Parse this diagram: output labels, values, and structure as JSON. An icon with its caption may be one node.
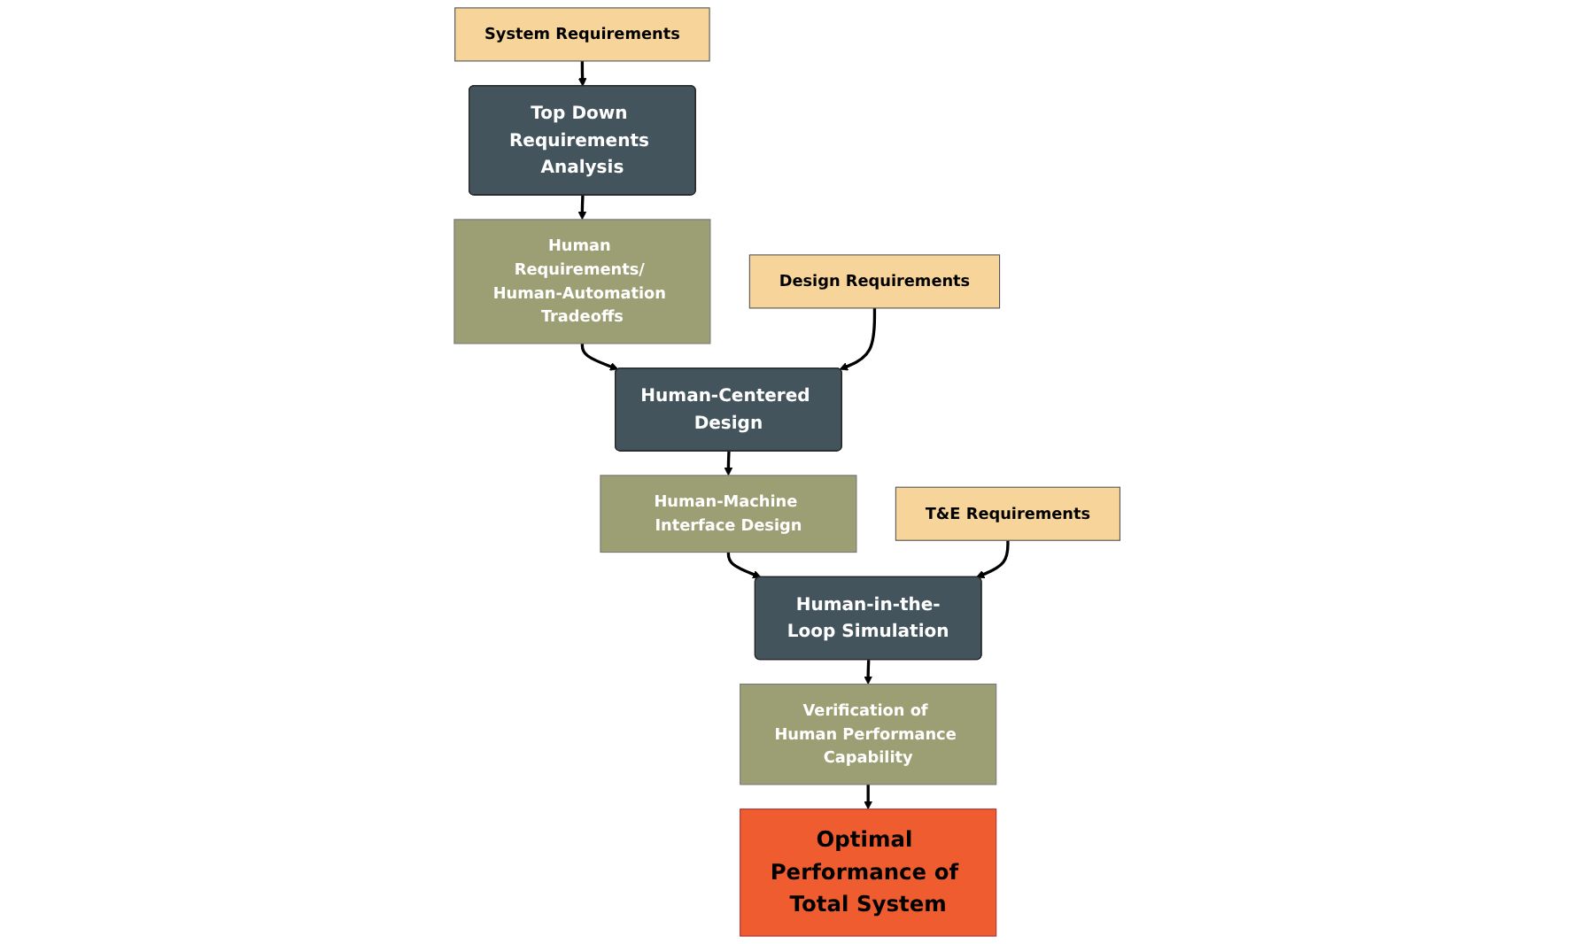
{
  "diagram": {
    "nodes": [
      {
        "text": [
          "System Requirements"
        ]
      },
      {
        "text": [
          "Top Down Requirements Analysis"
        ]
      },
      {
        "text": [
          "Human Requirements/ Human-Automation Tradeoffs"
        ]
      },
      {
        "text": [
          "Design Requirements"
        ]
      },
      {
        "text": [
          "Human-Centered Design"
        ]
      },
      {
        "text": [
          "Human-Machine Interface Design"
        ]
      },
      {
        "text": [
          "T&E Requirements"
        ]
      },
      {
        "text": [
          "Human-in-the-Loop Simulation"
        ]
      },
      {
        "text": [
          "Verification of Human Performance Capability"
        ]
      },
      {
        "text": [
          "Optimal Performance of Total System"
        ]
      }
    ],
    "edges": [
      {
        "from": 0,
        "to": 1,
        "arrow": "to"
      },
      {
        "from": 1,
        "to": 2,
        "arrow": "to"
      },
      {
        "from": 2,
        "to": 4,
        "arrow": "to"
      },
      {
        "from": 3,
        "to": 4,
        "arrow": "to"
      },
      {
        "from": 4,
        "to": 5,
        "arrow": "to"
      },
      {
        "from": 5,
        "to": 7,
        "arrow": "to"
      },
      {
        "from": 6,
        "to": 7,
        "arrow": "to"
      },
      {
        "from": 7,
        "to": 8,
        "arrow": "to"
      },
      {
        "from": 8,
        "to": 9,
        "arrow": "to"
      }
    ]
  }
}
